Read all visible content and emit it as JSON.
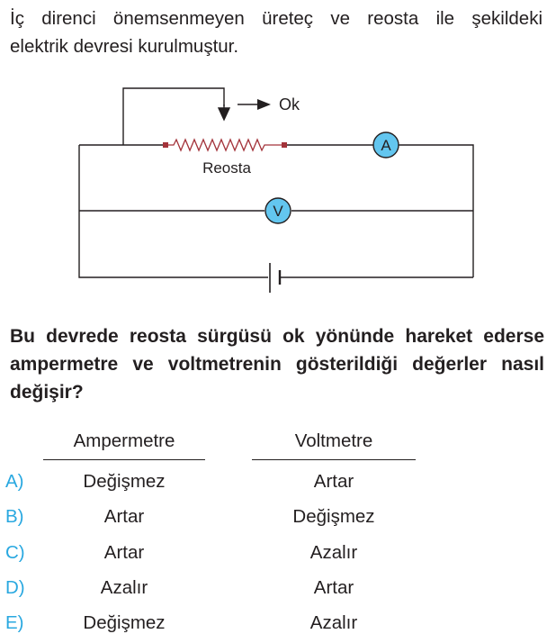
{
  "intro": {
    "line1": "İç direnci önemsenmeyen üreteç ve reosta ile şekildeki",
    "line2": "elektrik devresi kurulmuştur."
  },
  "circuit": {
    "arrow_label": "Ok",
    "rheostat_label": "Reosta",
    "ammeter_symbol": "A",
    "voltmeter_symbol": "V",
    "meter_color": "#63c6ef",
    "rheostat_color": "#a3333a"
  },
  "question": {
    "line1": "Bu devrede reosta sürgüsü ok yönünde hareket ederse",
    "line2": "ampermetre ve voltmetrenin gösterildiği değerler nasıl",
    "line3": "değişir?"
  },
  "table": {
    "headers": {
      "ammeter": "Ampermetre",
      "voltmeter": "Voltmetre"
    },
    "options": [
      {
        "letter": "A)",
        "ammeter": "Değişmez",
        "voltmeter": "Artar"
      },
      {
        "letter": "B)",
        "ammeter": "Artar",
        "voltmeter": "Değişmez"
      },
      {
        "letter": "C)",
        "ammeter": "Artar",
        "voltmeter": "Azalır"
      },
      {
        "letter": "D)",
        "ammeter": "Azalır",
        "voltmeter": "Artar"
      },
      {
        "letter": "E)",
        "ammeter": "Değişmez",
        "voltmeter": "Azalır"
      }
    ]
  },
  "colors": {
    "accent": "#29a8e0",
    "text": "#231f20"
  }
}
